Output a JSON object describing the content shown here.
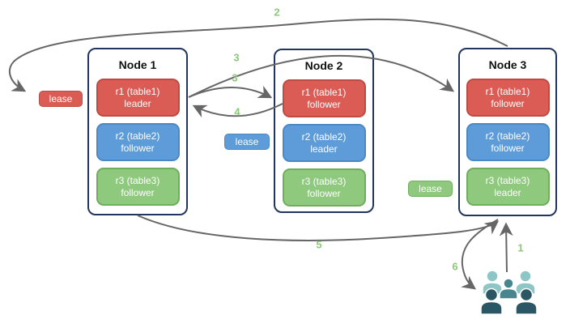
{
  "diagram": {
    "nodes": [
      {
        "title": "Node 1",
        "replicas": [
          {
            "name": "r1 (table1)",
            "role": "leader",
            "color": "red"
          },
          {
            "name": "r2 (table2)",
            "role": "follower",
            "color": "blue"
          },
          {
            "name": "r3 (table3)",
            "role": "follower",
            "color": "green"
          }
        ]
      },
      {
        "title": "Node 2",
        "replicas": [
          {
            "name": "r1 (table1)",
            "role": "follower",
            "color": "red"
          },
          {
            "name": "r2 (table2)",
            "role": "leader",
            "color": "blue"
          },
          {
            "name": "r3 (table3)",
            "role": "follower",
            "color": "green"
          }
        ]
      },
      {
        "title": "Node 3",
        "replicas": [
          {
            "name": "r1 (table1)",
            "role": "follower",
            "color": "red"
          },
          {
            "name": "r2 (table2)",
            "role": "follower",
            "color": "blue"
          },
          {
            "name": "r3 (table3)",
            "role": "leader",
            "color": "green"
          }
        ]
      }
    ],
    "leases": [
      {
        "label": "lease",
        "color": "red"
      },
      {
        "label": "lease",
        "color": "blue"
      },
      {
        "label": "lease",
        "color": "green"
      }
    ],
    "step_labels": [
      {
        "n": "1"
      },
      {
        "n": "2"
      },
      {
        "n": "3"
      },
      {
        "n": "3"
      },
      {
        "n": "4"
      },
      {
        "n": "5"
      },
      {
        "n": "6"
      }
    ],
    "icons": {
      "users": "users-icon"
    },
    "colors": {
      "red_fill": "#DB5B55",
      "red_stroke": "#BE4B42",
      "blue_fill": "#5D9CD9",
      "blue_stroke": "#4C88C4",
      "green_fill": "#8EC97D",
      "green_stroke": "#6FAE5C",
      "node_border": "#22355C",
      "arrow": "#666666",
      "step_label": "#8CC87A",
      "users_light": "#8EC5C5",
      "users_medium": "#49858F",
      "users_dark": "#2B5666"
    }
  }
}
